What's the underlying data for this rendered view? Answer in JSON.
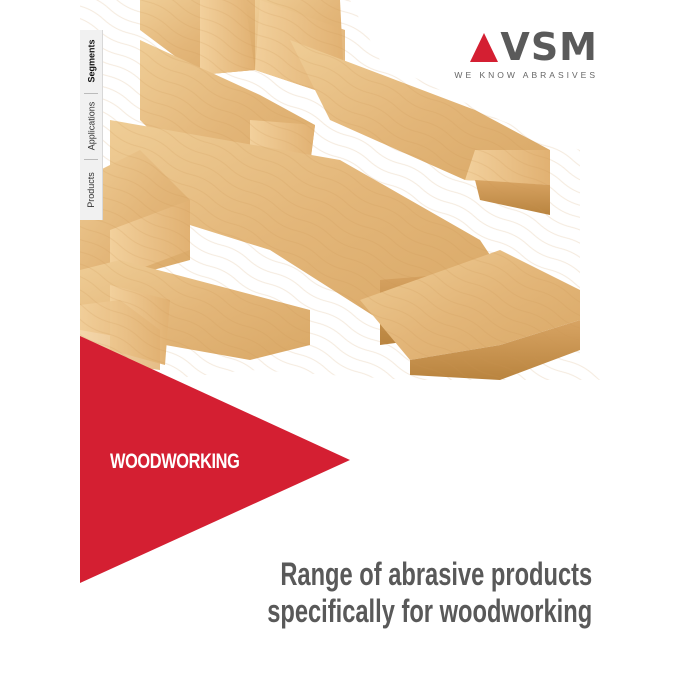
{
  "side_tabs": [
    {
      "label": "Segments",
      "active": true
    },
    {
      "label": "Applications",
      "active": false
    },
    {
      "label": "Products",
      "active": false
    }
  ],
  "logo": {
    "name": "VSM",
    "tagline": "WE KNOW ABRASIVES"
  },
  "segment": "WOODWORKING",
  "headline": {
    "line1": "Range of abrasive products",
    "line2": "specifically for woodworking"
  },
  "colors": {
    "accent_red": "#d41f32",
    "wood_light": "#e9c287",
    "wood_dark": "#c08a4b",
    "text_gray": "#595959"
  }
}
